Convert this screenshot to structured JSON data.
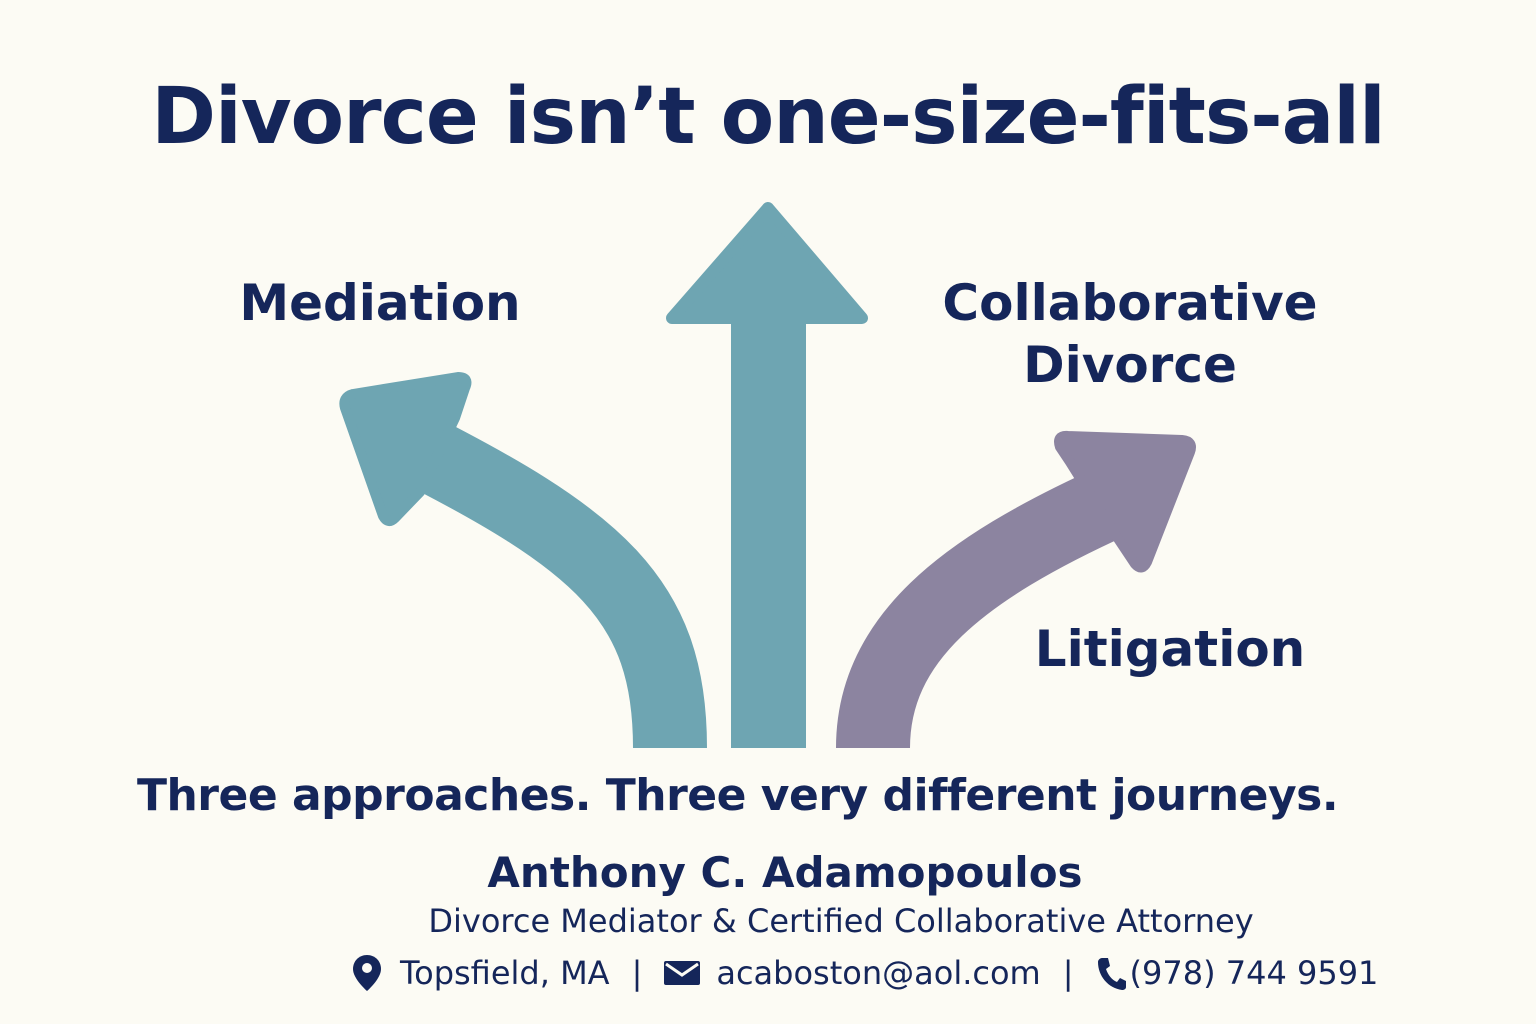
{
  "title": "Divorce isn’t one-size-fits-all",
  "labels": {
    "mediation": "Mediation",
    "collaborative_line1": "Collaborative",
    "collaborative_line2": "Divorce",
    "litigation": "Litigation"
  },
  "tagline": "Three approaches. Three very different journeys.",
  "footer": {
    "name": "Anthony C. Adamopoulos",
    "role": "Divorce Mediator & Certified Collaborative Attorney",
    "location": "Topsfield, MA",
    "email": "acaboston@aol.com",
    "phone": "(978) 744 9591",
    "separator": "|"
  },
  "colors": {
    "background": "#fcfbf4",
    "text": "#15265a",
    "teal_arrow": "#6ea5b2",
    "purple_arrow": "#8c84a0"
  },
  "icons": {
    "location": "map-pin-icon",
    "email": "envelope-icon",
    "phone": "phone-icon"
  }
}
